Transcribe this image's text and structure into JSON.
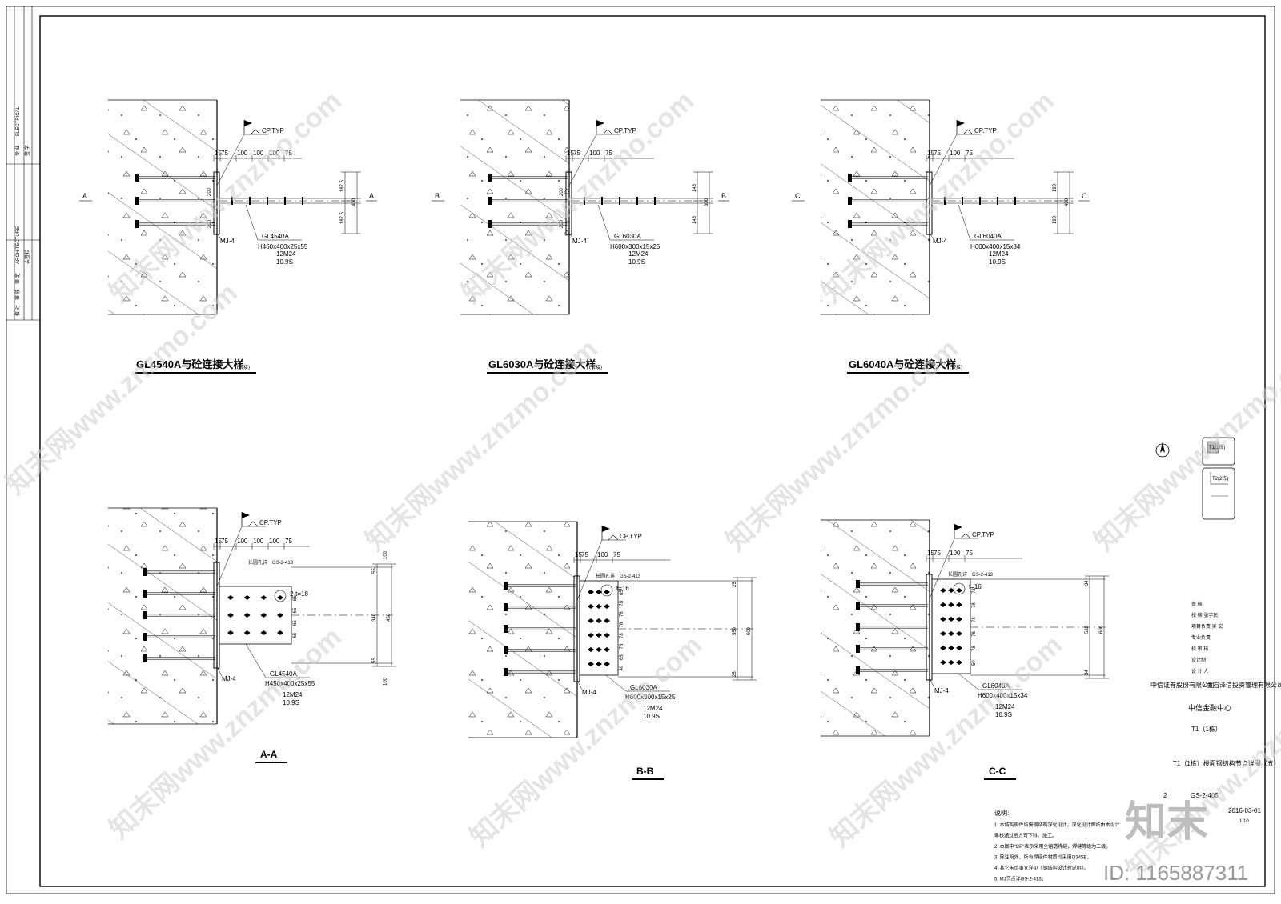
{
  "details": [
    {
      "title": "GL4540A与砼连接大样",
      "title_note": "(铰接)",
      "axis": "A",
      "dims": [
        "15",
        "75",
        "100",
        "100",
        "100",
        "75"
      ],
      "vdims": [
        "200",
        "200"
      ],
      "rdims": [
        "187.5",
        "187.5"
      ],
      "rtotal": "400",
      "weld": "CP.TYP",
      "plate": "MJ-4",
      "beam": "GL4540A",
      "section": "H450x400x25x55",
      "bolts": "12M24",
      "grade": "10.9S"
    },
    {
      "title": "GL6030A与砼连接大样",
      "title_note": "(铰接)",
      "axis": "B",
      "dims": [
        "15",
        "75",
        "100",
        "75"
      ],
      "vdims": [
        "200",
        "200"
      ],
      "rdims": [
        "143",
        "143"
      ],
      "rtotal": "300",
      "weld": "CP.TYP",
      "plate": "MJ-4",
      "beam": "GL6030A",
      "section": "H600x300x15x25",
      "bolts": "12M24",
      "grade": "10.9S"
    },
    {
      "title": "GL6040A与砼连接大样",
      "title_note": "(铰接)",
      "axis": "C",
      "dims": [
        "15",
        "75",
        "100",
        "75"
      ],
      "vdims": [],
      "rdims": [
        "193",
        "193"
      ],
      "rtotal": "400",
      "weld": "CP.TYP",
      "plate": "MJ-4",
      "beam": "GL6040A",
      "section": "H600x400x15x34",
      "bolts": "12M24",
      "grade": "10.9S"
    }
  ],
  "sections": [
    {
      "title": "A-A",
      "dims": [
        "15",
        "75",
        "100",
        "100",
        "100",
        "75"
      ],
      "hole_note": "长圆孔详",
      "hole_ref": "GS-2-413",
      "stiff": "2-t=18",
      "rdims": [
        "55",
        "340",
        "55"
      ],
      "rtotal": "450",
      "edge": "100",
      "inner": [
        "65",
        "65",
        "65",
        "65"
      ],
      "weld": "CP.TYP",
      "plate": "MJ-4",
      "beam": "GL4540A",
      "section": "H450x400x25x55",
      "bolts": "12M24",
      "grade": "10.9S"
    },
    {
      "title": "B-B",
      "dims": [
        "15",
        "75",
        "100",
        "75"
      ],
      "hole_note": "长圆孔详",
      "hole_ref": "GS-2-413",
      "stiff": "t=16",
      "rdims": [
        "25",
        "550",
        "25"
      ],
      "rtotal": "600",
      "inner": [
        "65",
        "78",
        "78",
        "78",
        "78",
        "78",
        "65",
        "40"
      ],
      "weld": "CP.TYP",
      "plate": "MJ-4",
      "beam": "GL6030A",
      "section": "H600x300x15x25",
      "bolts": "12M24",
      "grade": "10.9S"
    },
    {
      "title": "C-C",
      "dims": [
        "15",
        "75",
        "100",
        "75"
      ],
      "hole_note": "长圆孔详",
      "hole_ref": "GS-2-413",
      "stiff": "t=16",
      "rdims": [
        "34",
        "532",
        "34"
      ],
      "rtotal": "600",
      "inner": [
        "78",
        "78",
        "78",
        "78",
        "78",
        "50"
      ],
      "weld": "CP.TYP",
      "plate": "MJ-4",
      "beam": "GL6040A",
      "section": "H600x400x15x34",
      "bolts": "12M24",
      "grade": "10.9S"
    }
  ],
  "notes": {
    "heading": "说明:",
    "items": [
      "1.  本结构构件均需钢结构深化设计，深化设计图纸由本设计",
      "     审核通过后方可下料、施工。",
      "2.  本图中\"CP\"表示采用全熔透焊缝，焊缝等级为二级。",
      "3.  除注明外，所有焊接件材质均采用Q345B。",
      "4.  其它未尽事宜详见《钢结构设计总说明》。",
      "5.  MJ节点详GS-2-413。"
    ]
  },
  "title_block": {
    "roles": [
      "审 核",
      "校 核 张宇民",
      "项目负责 吴 宏",
      "专业负责",
      "校 审 核",
      "设计制",
      "设 计 人"
    ],
    "client_1": "中信证券股份有限公司",
    "client_2": "金石泽信投资管理有限公司",
    "project": "中信金融中心",
    "building": "T1（1栋）",
    "drawing_title": "T1（1栋）楼面钢结构节点详图（五）",
    "sheet_no": "2",
    "drawing_no": "GS-2-405",
    "date": "2016-03-01",
    "scale": "1:10",
    "key_plan_1": "T1(1栋)",
    "key_plan_2": "T2(2栋)"
  },
  "left_strip": [
    "ELECTRICAL",
    "专 业",
    "签 字",
    "ARCHITECTURE",
    "会签栏",
    "审 定",
    "审 核",
    "校 对"
  ],
  "watermark": {
    "site": "知末网www.znzmo.com",
    "logo": "知末",
    "id": "ID: 1165887311"
  }
}
